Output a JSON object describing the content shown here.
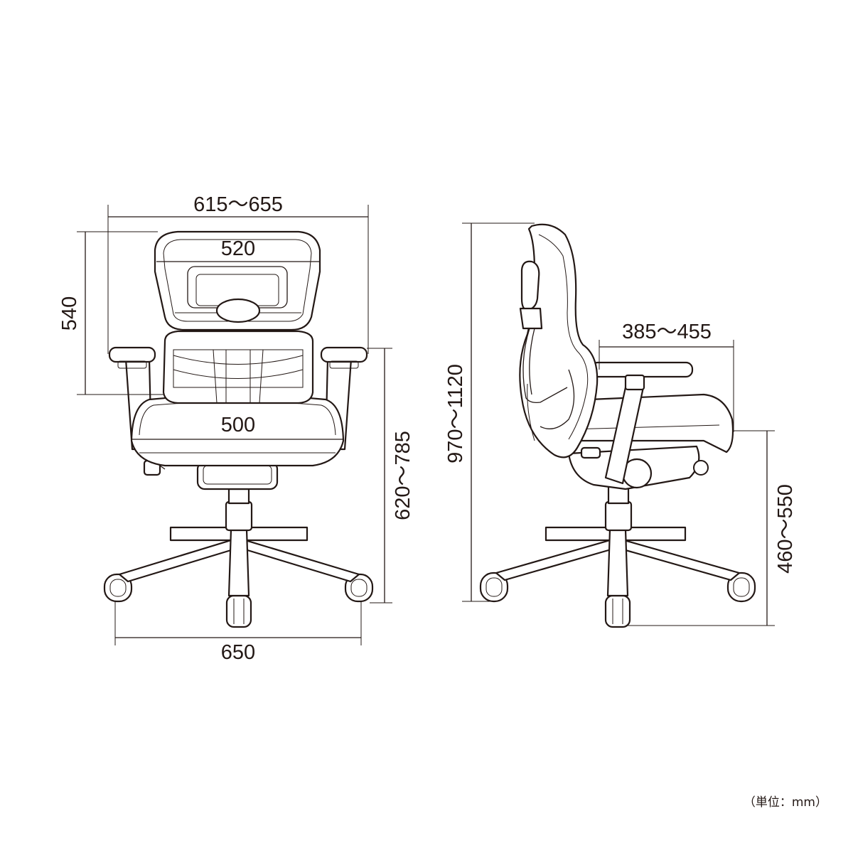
{
  "front_view": {
    "overall_width_label": "615～655",
    "backrest_width_label": "520",
    "seat_width_label": "500",
    "base_width_label": "650",
    "backrest_height_label": "540",
    "armrest_height_label": "620～785"
  },
  "side_view": {
    "overall_height_label": "970～1120",
    "seat_depth_label": "385～455",
    "seat_height_label": "460～550"
  },
  "unit_label": "（単位：mm）"
}
